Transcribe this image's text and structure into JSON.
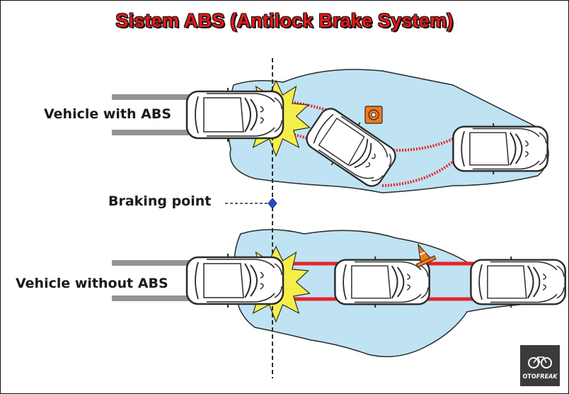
{
  "title": "Sistem ABS (Antilock Brake System)",
  "labels": {
    "with_abs": "Vehicle with ABS",
    "braking_point": "Braking point",
    "without_abs": "Vehicle without ABS"
  },
  "logo": {
    "icon": "bicycle-icon",
    "text_oto": "OTO",
    "text_freak": "FREAK"
  },
  "colors": {
    "title_red": "#e61919",
    "water": "#bfe3f2",
    "skid_red": "#e8232a",
    "burst_yellow": "#f5ee4a",
    "cone_orange": "#f07a1a"
  }
}
